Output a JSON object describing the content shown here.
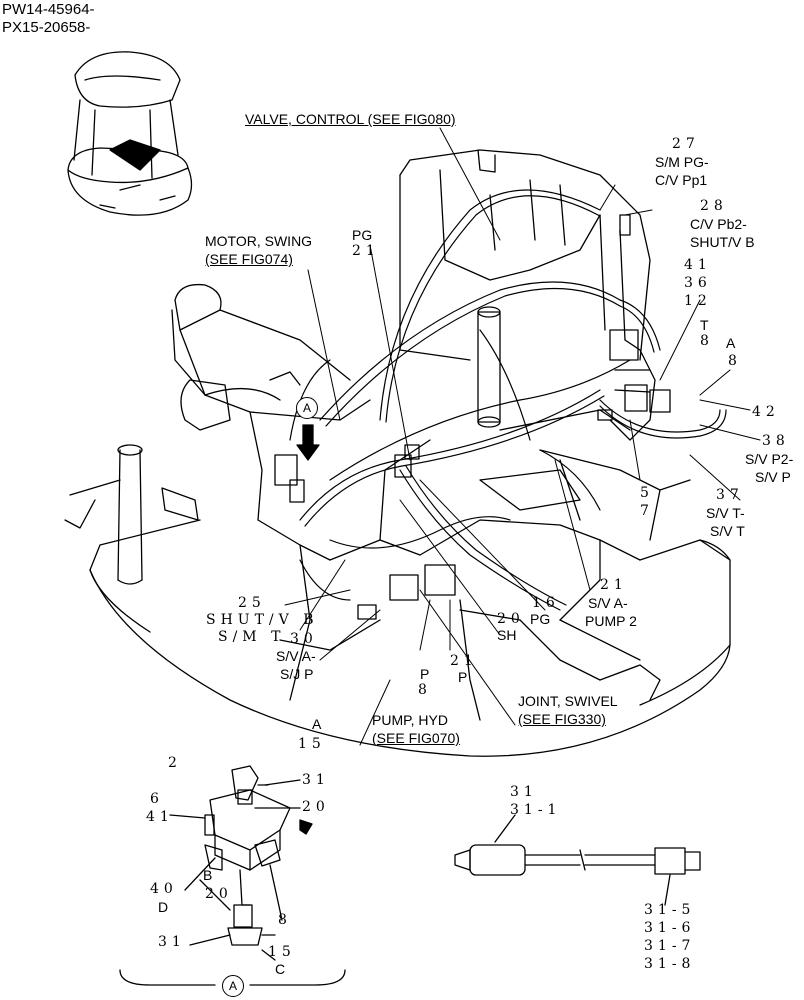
{
  "serial_ranges": [
    "PW14-45964-",
    "PX15-20658-"
  ],
  "callouts": {
    "valve_control": "VALVE, CONTROL (SEE FIG080)",
    "motor_swing_1": "MOTOR, SWING",
    "motor_swing_2": "(SEE FIG074)",
    "pump_hyd_1": "PUMP, HYD",
    "pump_hyd_2": "(SEE FIG070)",
    "joint_swivel_1": "JOINT, SWIVEL",
    "joint_swivel_2": "(SEE FIG330)"
  },
  "hose_labels": {
    "sm_pg_1": "S/M PG-",
    "sm_pg_2": "C/V Pp1",
    "cv_pb2_1": "C/V Pb2-",
    "cv_pb2_2": "SHUT/V B",
    "sv_p2_1": "S/V P2-",
    "sv_p2_2": "S/V P",
    "sv_t_1": "S/V T-",
    "sv_t_2": "S/V T",
    "sv_a_pump2_1": "S/V A-",
    "sv_a_pump2_2": "PUMP 2",
    "sv_a_sj_1": "S/V A-",
    "sv_a_sj_2": "S/J P",
    "shut_v_b": "SHUT/V B",
    "s_m_t": "S/M T",
    "pg_top": "PG",
    "pg_mid": "PG",
    "sh": "SH",
    "p_a": "P",
    "p_b": "P",
    "t": "T",
    "a_right": "A",
    "a_bottom": "A",
    "b": "B",
    "c": "C",
    "d": "D"
  },
  "part_numbers": {
    "n27": "27",
    "n28": "28",
    "n41": "41",
    "n36": "36",
    "n12": "12",
    "n8_top": "8",
    "n8_right": "8",
    "n42": "42",
    "n38": "38",
    "n37": "37",
    "n5": "5",
    "n7": "7",
    "n21_top": "21",
    "n21_mid": "21",
    "n21_p": "21",
    "n16": "16",
    "n20_sh": "20",
    "n25": "25",
    "n30": "30",
    "n8_p": "8",
    "n15_top": "15",
    "n2": "2",
    "n6": "6",
    "n41_det": "41",
    "n31_det": "31",
    "n20_det": "20",
    "n40": "40",
    "n20_low": "20",
    "n8_det": "8",
    "n31_low": "31",
    "n15_low": "15",
    "s31": "31",
    "s31_1": "31-1",
    "s31_5": "31-5",
    "s31_6": "31-6",
    "s31_7": "31-7",
    "s31_8": "31-8"
  },
  "view_marker": "A"
}
